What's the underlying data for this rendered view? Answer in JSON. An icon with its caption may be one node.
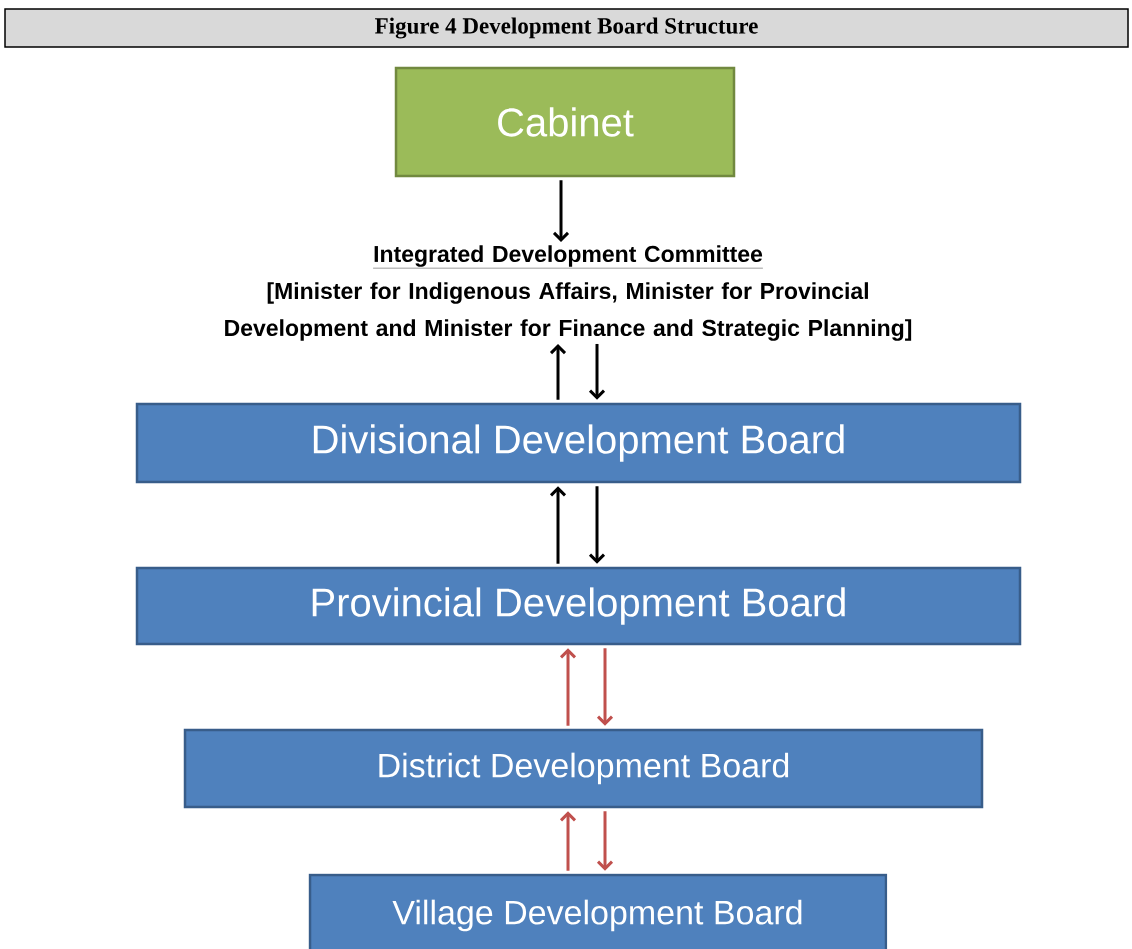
{
  "diagram": {
    "title": "Figure 4 Development Board Structure",
    "nodes": [
      {
        "text": [
          "Cabinet"
        ]
      },
      {
        "text": [
          "Integrated Development Committee",
          "[Minister for Indigenous Affairs, Minister for Provincial Development and Minister for Finance and Strategic Planning]"
        ]
      },
      {
        "text": [
          "Divisional Development Board"
        ]
      },
      {
        "text": [
          "Provincial Development Board"
        ]
      },
      {
        "text": [
          "District Development Board"
        ]
      },
      {
        "text": [
          "Village Development Board"
        ]
      }
    ],
    "edges": [
      {
        "from": 0,
        "to": 1,
        "arrow": "to"
      },
      {
        "from": 2,
        "to": 1,
        "arrow": "to"
      },
      {
        "from": 1,
        "to": 2,
        "arrow": "to"
      },
      {
        "from": 3,
        "to": 2,
        "arrow": "to"
      },
      {
        "from": 2,
        "to": 3,
        "arrow": "to"
      },
      {
        "from": 4,
        "to": 3,
        "arrow": "to",
        "color": "#c0504d"
      },
      {
        "from": 3,
        "to": 4,
        "arrow": "to",
        "color": "#c0504d"
      },
      {
        "from": 5,
        "to": 4,
        "arrow": "to",
        "color": "#c0504d"
      },
      {
        "from": 4,
        "to": 5,
        "arrow": "to",
        "color": "#c0504d"
      }
    ]
  }
}
